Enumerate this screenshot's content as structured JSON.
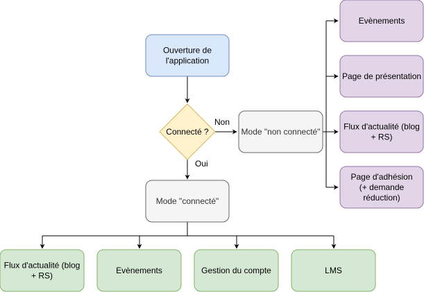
{
  "colors": {
    "blue_fill": "#dae8fc",
    "blue_stroke": "#6c8ebf",
    "yellow_fill": "#fff2cc",
    "yellow_stroke": "#d6b656",
    "gray_fill": "#f5f5f5",
    "gray_stroke": "#666666",
    "purple_fill": "#e1d5e7",
    "purple_stroke": "#9673a6",
    "green_fill": "#d5e8d4",
    "green_stroke": "#82b366",
    "edge": "#000000"
  },
  "nodes": {
    "start": [
      "Ouverture de",
      "l'application"
    ],
    "decision": [
      "Connecté ?"
    ],
    "not_connected": [
      "Mode \"non connecté\""
    ],
    "connected": [
      "Mode \"connecté\""
    ],
    "guest_events": [
      "Evènements"
    ],
    "guest_presentation": [
      "Page de présentation"
    ],
    "guest_news": [
      "Flux d'actualité (blog",
      "+ RS)"
    ],
    "guest_membership": [
      "Page d'adhésion",
      "(+ demande",
      "réduction)"
    ],
    "member_news": [
      "Flux d'actualité (blog",
      "+ RS)"
    ],
    "member_events": [
      "Evènements"
    ],
    "member_account": [
      "Gestion du compte"
    ],
    "member_lms": [
      "LMS"
    ]
  },
  "edges": {
    "no_label": "Non",
    "yes_label": "Oui"
  }
}
